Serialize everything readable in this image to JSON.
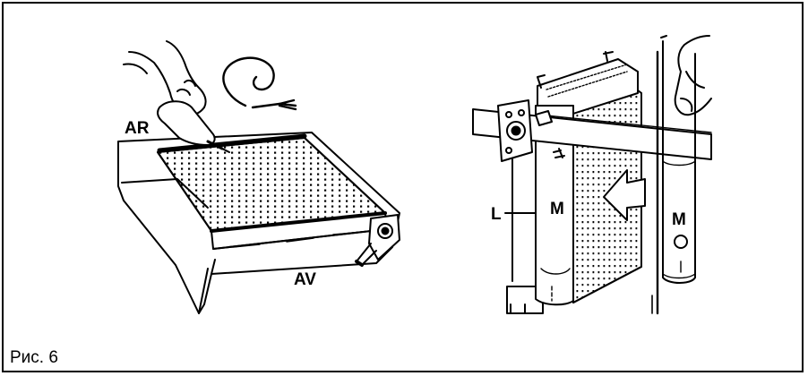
{
  "figure": {
    "caption": "Рис. 6",
    "labels": {
      "ar": "AR",
      "av": "AV",
      "l": "L",
      "m_left": "M",
      "m_right": "M"
    }
  }
}
